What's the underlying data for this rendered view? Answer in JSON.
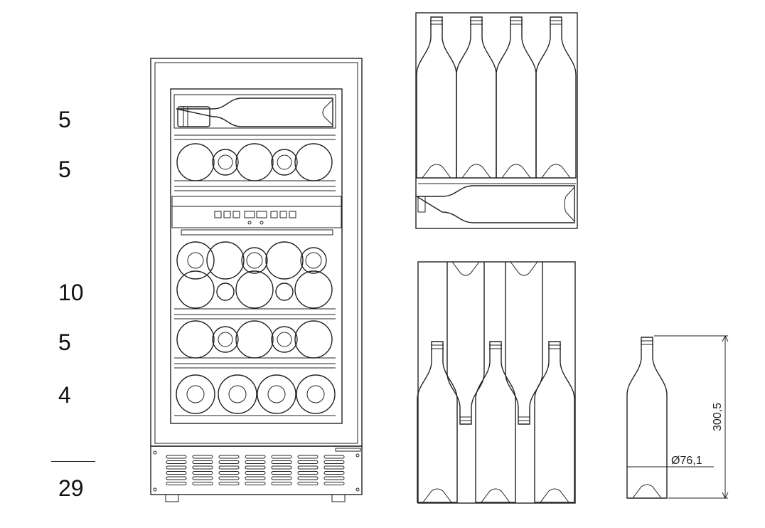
{
  "shelf_counts": [
    "5",
    "5",
    "10",
    "5",
    "4"
  ],
  "total": "29",
  "dimensions": {
    "height": "300,5",
    "diameter": "Ø76,1"
  },
  "colors": {
    "line": "#222222",
    "background": "#ffffff"
  }
}
